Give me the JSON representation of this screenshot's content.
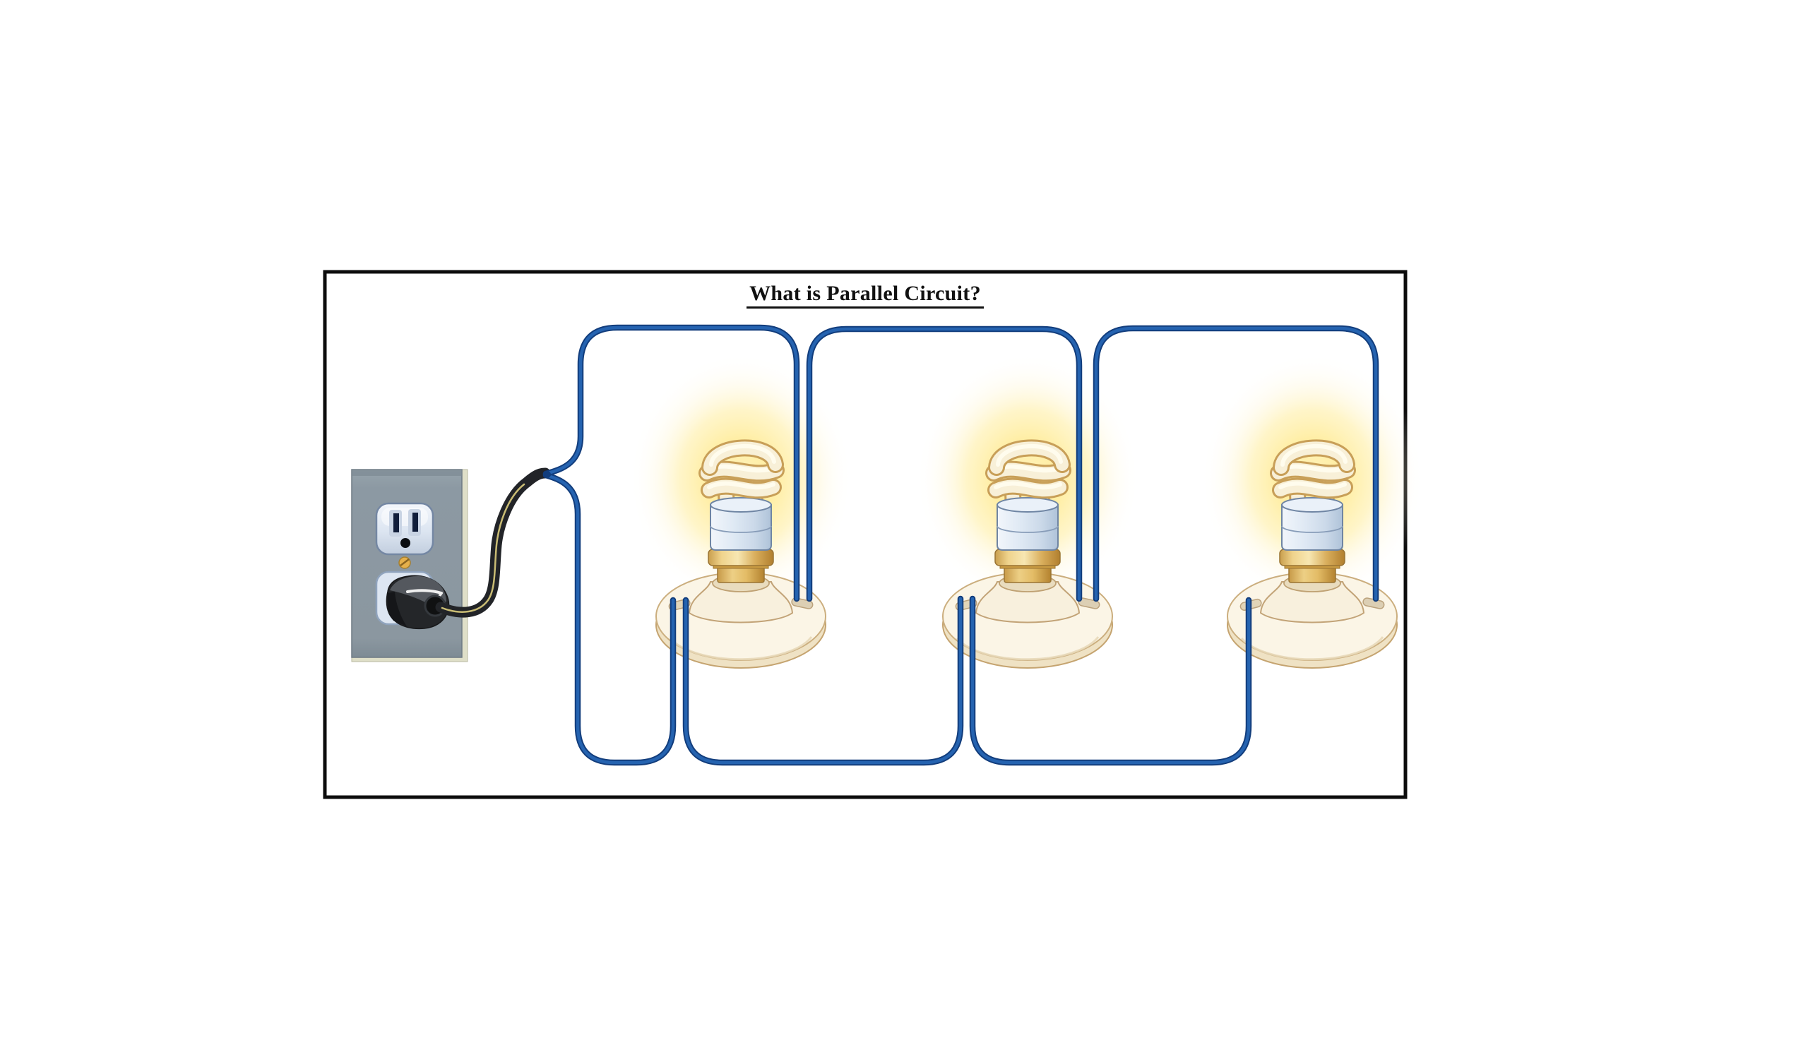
{
  "page": {
    "background": "#ffffff"
  },
  "diagram": {
    "title": "What is Parallel Circuit?",
    "frame": {
      "border_color": "#0c0c0c"
    },
    "colors": {
      "frame_color": "#0c0c0c",
      "title_color": "#111111",
      "wire_blue": "#2563B0",
      "wire_blue_dark": "#123D7C",
      "glow_yellow": "#FFEC9A",
      "brass_gold": "#E8C87E",
      "ballast_blue": "#DCE7F4",
      "holder_cream": "#FAF3E2",
      "outlet_plate_gray": "#8C99A3",
      "outlet_edge_beige": "#DFDFC8",
      "cable_black": "#222428",
      "cable_stripe": "#C9BC74"
    },
    "source": {
      "kind": "wall-outlet",
      "plug_inserted": true
    },
    "bulbs": [
      {
        "id": "bulb-1",
        "type": "cfl-spiral",
        "state": "lit"
      },
      {
        "id": "bulb-2",
        "type": "cfl-spiral",
        "state": "lit"
      },
      {
        "id": "bulb-3",
        "type": "cfl-spiral",
        "state": "lit"
      }
    ],
    "wiring": {
      "topology": "parallel",
      "top_branches": 3,
      "bottom_branches": 3
    }
  }
}
